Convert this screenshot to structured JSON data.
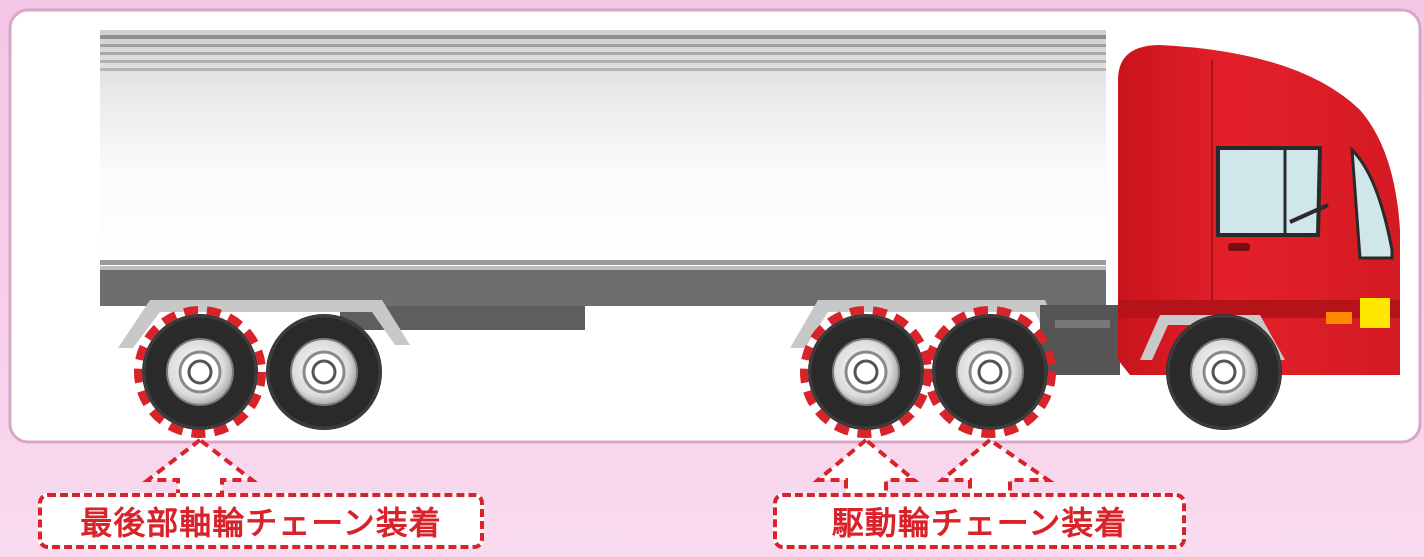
{
  "labels": {
    "rear_axle": "最後部軸輪チェーン装着",
    "drive_axle": "駆動輪チェーン装着"
  },
  "colors": {
    "background_pink": "#f6cfe9",
    "panel_white": "#ffffff",
    "panel_border": "#d9a6c8",
    "cab_red": "#e01e26",
    "trailer_silver": "#e6e6e6",
    "chassis_gray": "#6e6e6e",
    "tire_dark": "#2b2b2b",
    "callout_red": "#d8232a"
  },
  "icons": {
    "truck": "truck-side-view",
    "wheel": "wheel-icon",
    "arrow": "dashed-arrow-icon"
  }
}
